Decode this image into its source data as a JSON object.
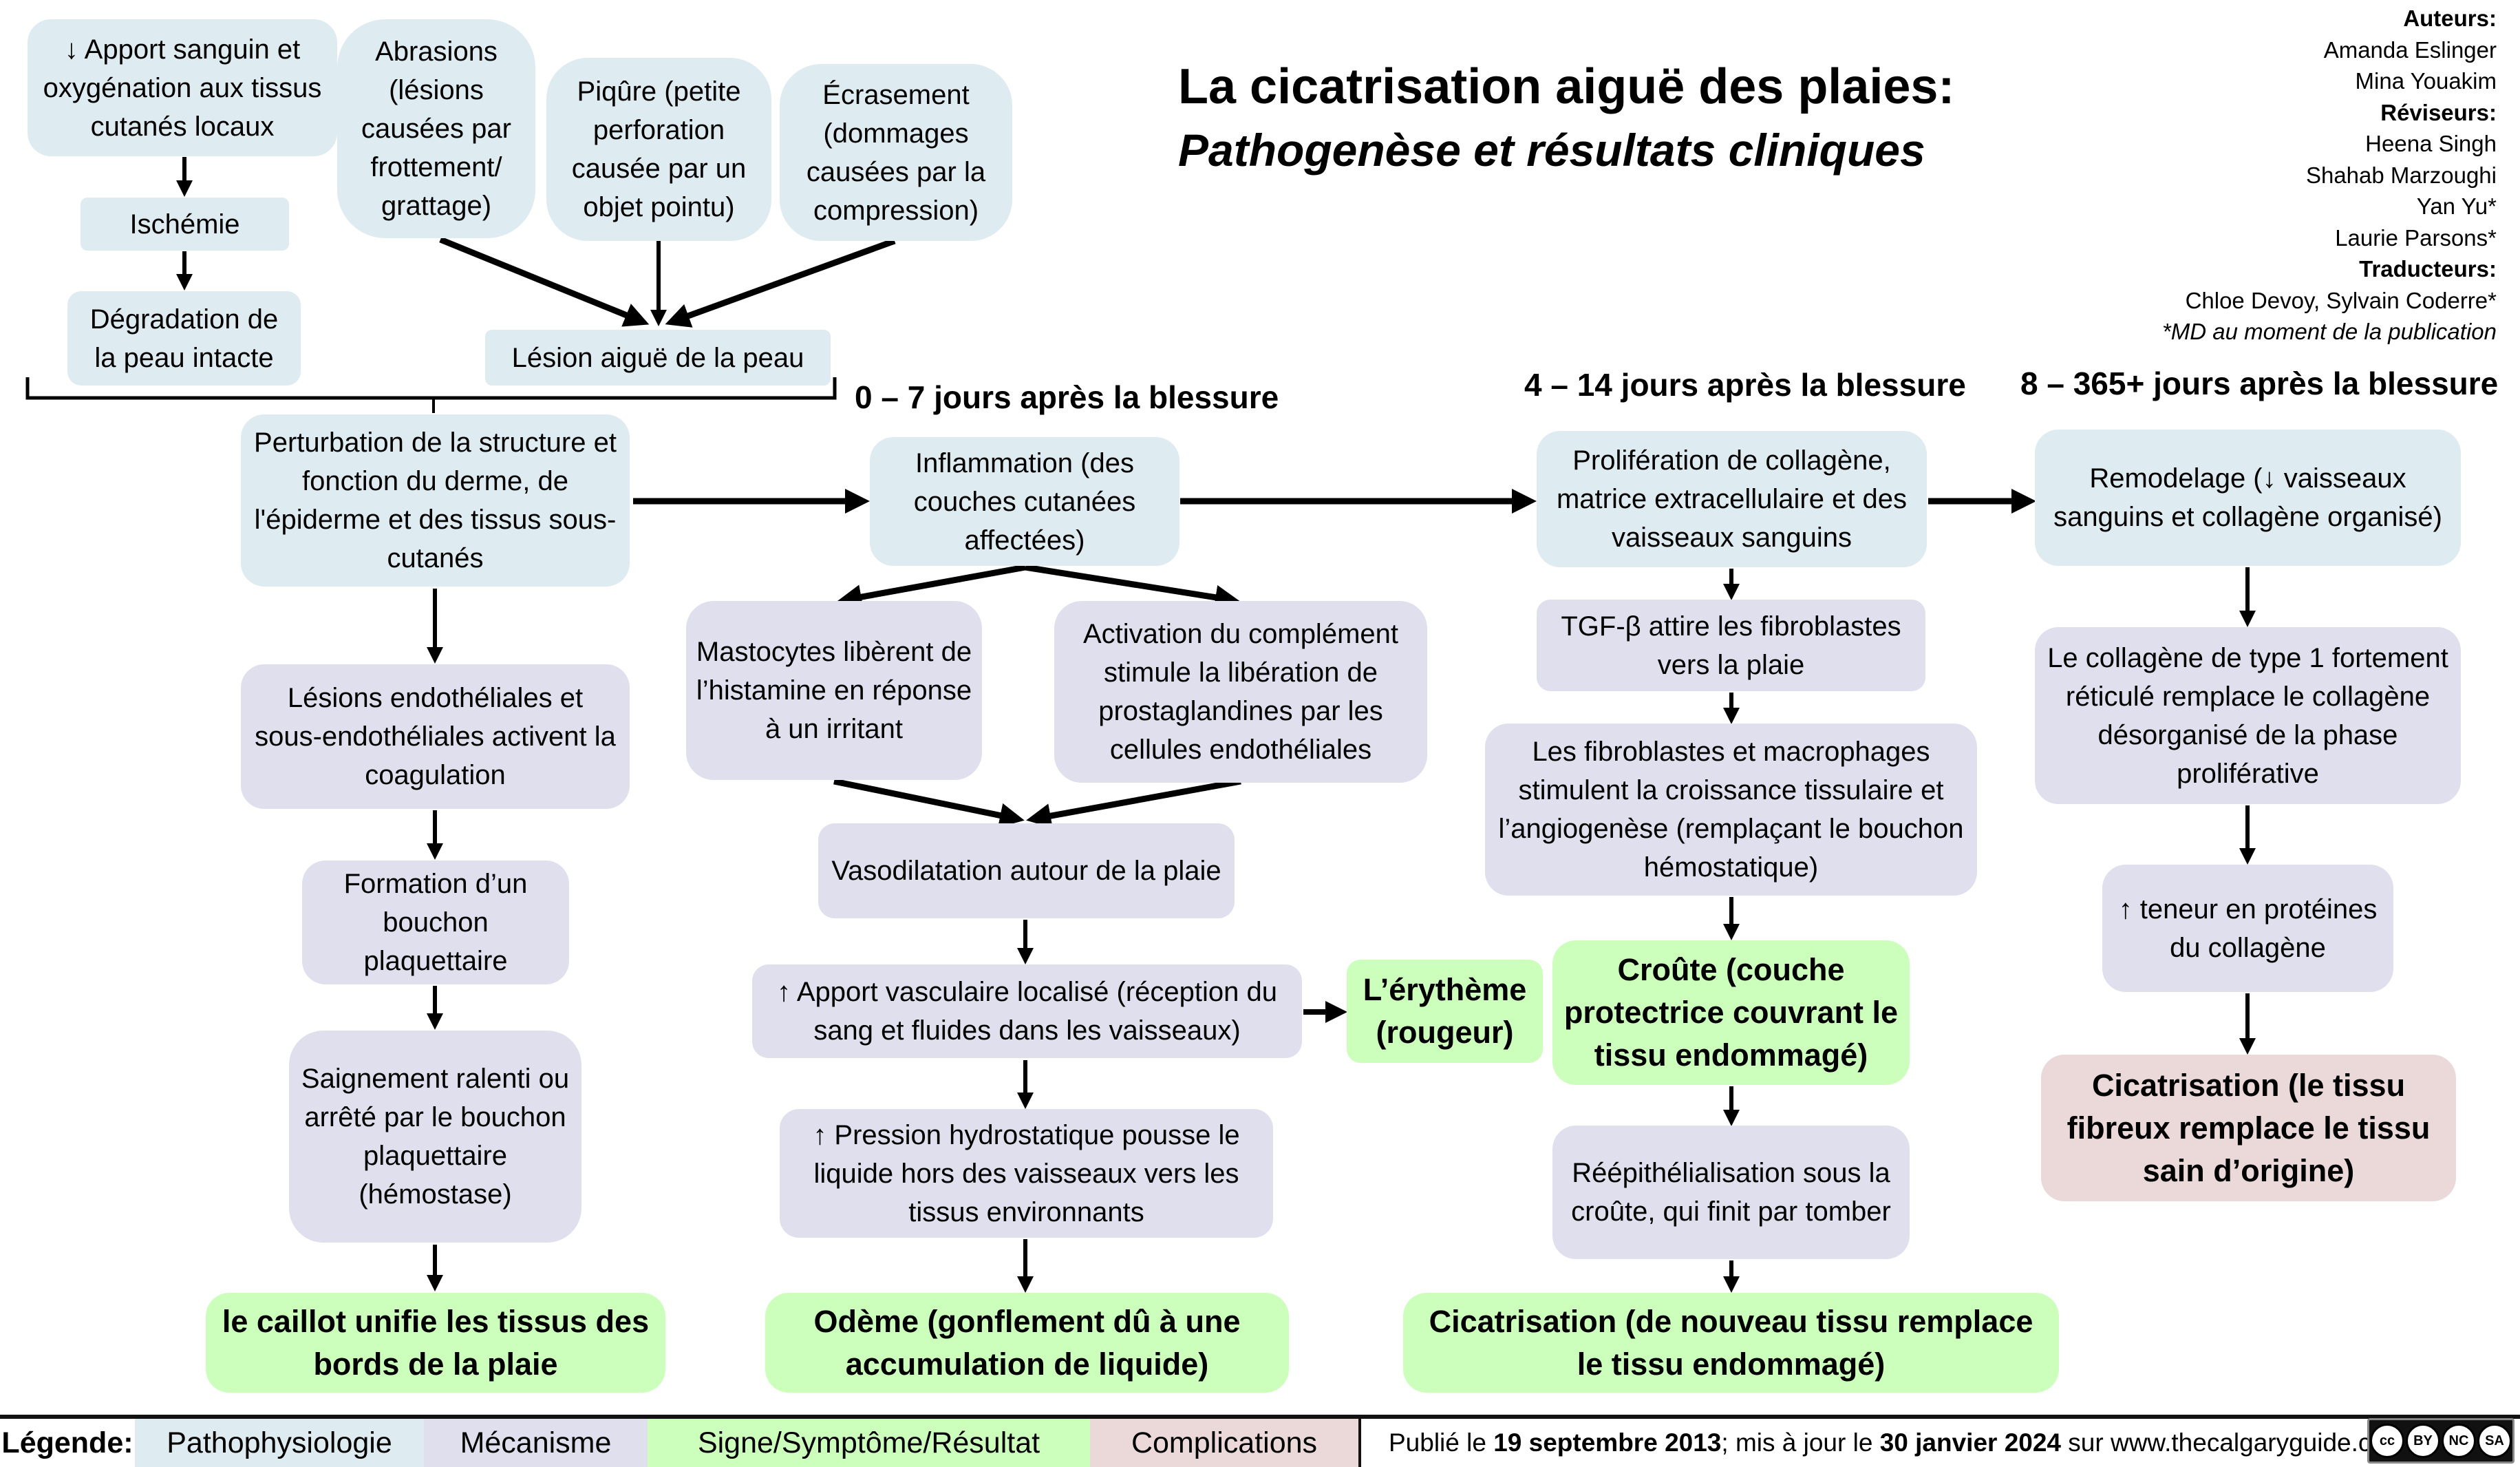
{
  "header": {
    "title": "La cicatrisation aiguë des plaies:",
    "subtitle": "Pathogenèse et résultats cliniques"
  },
  "credits": {
    "authors_label": "Auteurs:",
    "authors": [
      "Amanda Eslinger",
      "Mina Youakim"
    ],
    "reviewers_label": "Réviseurs:",
    "reviewers": [
      "Heena Singh",
      "Shahab Marzoughi",
      "Yan Yu*",
      "Laurie Parsons*"
    ],
    "translators_label": "Traducteurs:",
    "translators": "Chloe Devoy, Sylvain Coderre*",
    "note": "*MD au moment de la publication"
  },
  "phases": {
    "inflammatory": "0 – 7 jours après la blessure",
    "proliferative": "4 – 14 jours après la blessure",
    "remodeling": "8 – 365+ jours après la blessure"
  },
  "nodes": {
    "apport_sanguin": "↓ Apport sanguin et oxygénation aux tissus cutanés locaux",
    "ischemie": "Ischémie",
    "degradation": "Dégradation de la peau intacte",
    "abrasions": "Abrasions (lésions causées par frottement/ grattage)",
    "piqure": "Piqûre (petite perforation causée par un objet pointu)",
    "ecrasement": "Écrasement (dommages causées par  la compression)",
    "lesion_aigue": "Lésion aiguë de la peau",
    "perturbation": "Perturbation de la structure et fonction du derme, de l'épiderme et des tissus sous-cutanés",
    "lesions_endotheliales": "Lésions endothéliales et sous-endothéliales activent la coagulation",
    "formation_bouchon": "Formation d’un bouchon plaquettaire",
    "saignement": "Saignement ralenti ou arrêté par le bouchon plaquettaire (hémostase)",
    "caillot": "le caillot unifie les tissus des bords de la plaie",
    "inflammation": "Inflammation (des couches cutanées affectées)",
    "mastocytes": "Mastocytes libèrent de l’histamine en réponse à un irritant",
    "activation_complement": "Activation du complément stimule la libération de prostaglandines par les cellules endothéliales",
    "vasodilatation": "Vasodilatation autour de la plaie",
    "apport_vasculaire": "↑ Apport vasculaire localisé (réception du sang et fluides dans les vaisseaux)",
    "pression": "↑ Pression hydrostatique pousse le liquide hors des vaisseaux vers les tissus environnants",
    "odeme": "Odème (gonflement dû à une accumulation de liquide)",
    "erytheme": "L’érythème (rougeur)",
    "proliferation": "Prolifération de collagène, matrice extracellulaire et des vaisseaux sanguins",
    "tgf": "TGF-β attire les fibroblastes vers la plaie",
    "fibroblastes": "Les fibroblastes et macrophages stimulent la croissance tissulaire et l’angiogenèse (remplaçant le bouchon hémostatique)",
    "croute": "Croûte (couche protectrice couvrant le tissu endommagé)",
    "reepithelialisation": "Réépithélialisation sous la croûte, qui finit par tomber",
    "cicatrisation_nouveau": "Cicatrisation (de nouveau tissu remplace le tissu endommagé)",
    "remodelage": "Remodelage (↓ vaisseaux sanguins et collagène organisé)",
    "collagene_type1": "Le collagène de type 1 fortement réticulé remplace le collagène désorganisé de la phase proliférative",
    "teneur": "↑ teneur en protéines du collagène",
    "cicatrisation_fibreux": "Cicatrisation (le tissu fibreux remplace le tissu sain d’origine)"
  },
  "legend": {
    "label": "Légende:",
    "items": [
      {
        "label": "Pathophysiologie",
        "color": "#deebf1"
      },
      {
        "label": "Mécanisme",
        "color": "#e0dfed"
      },
      {
        "label": "Signe/Symptôme/Résultat",
        "color": "#ccffbb"
      },
      {
        "label": "Complications",
        "color": "#ebd9d9"
      }
    ]
  },
  "footer": {
    "published_prefix": "Publié le ",
    "published_date": "19 septembre 2013",
    "updated_prefix": " ; mis à jour le ",
    "updated_date": "30 janvier 2024",
    "site_prefix": " sur ",
    "site": "www.thecalgaryguide.com",
    "license_icon": "creative-commons-by-nc-sa",
    "license_labels": [
      "BY",
      "NC",
      "SA"
    ]
  }
}
